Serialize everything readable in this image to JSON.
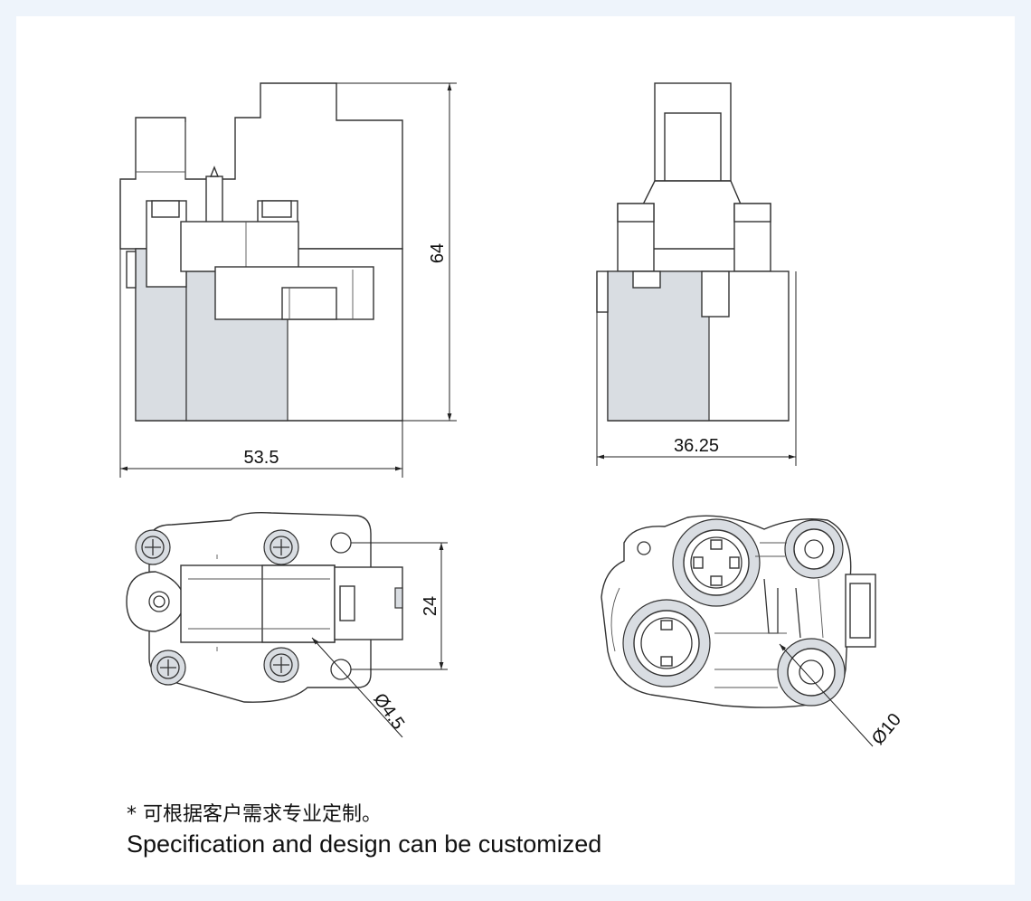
{
  "dimensions": {
    "height_front": "64",
    "width_front": "53.5",
    "width_side": "36.25",
    "hole_spacing": "24",
    "hole_diameter": "Ø4.5",
    "port_diameter": "Ø10"
  },
  "notes": {
    "chinese": "* 可根据客户需求专业定制。",
    "english": "Specification and design can be customized"
  },
  "colors": {
    "frame": "#eef4fb",
    "shading": "#d9dde2",
    "line": "#333333"
  }
}
